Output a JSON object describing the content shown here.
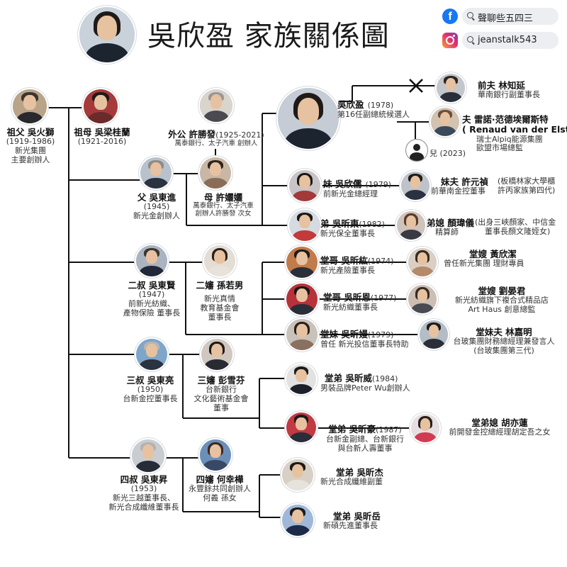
{
  "header": {
    "title": "吳欣盈 家族關係圖",
    "facebook": "聲聊些五四三",
    "instagram": "jeanstalk543"
  },
  "people": {
    "grandfather": {
      "name": "祖父 吳火獅",
      "years": "(1919-1986)",
      "desc": [
        "新光集團",
        "主要創辦人"
      ]
    },
    "grandmother": {
      "name": "祖母 吳梁桂蘭",
      "years": "(1921-2016)"
    },
    "maternal_grandfather": {
      "name": "外公 許勝發",
      "years": "(1925-2021)",
      "desc": [
        "萬泰銀行、太子汽車 創辦人"
      ]
    },
    "father": {
      "name": "父 吳東進",
      "years": "(1945)",
      "desc": [
        "新光金創辦人"
      ]
    },
    "mother": {
      "name": "母 許孋孋",
      "desc": [
        "萬泰銀行、太子汽車",
        "創辦人許勝發 次女"
      ]
    },
    "self": {
      "name": "吳欣盈",
      "years": "(1978)",
      "desc": [
        "第16任副總統候選人"
      ]
    },
    "ex_husband": {
      "name": "前夫 林知延",
      "desc": [
        "華南銀行副董事長"
      ]
    },
    "husband": {
      "name": "夫 雷諾·范德埃爾斯特",
      "name_en": "( Renaud van der Elst )",
      "desc": [
        "瑞士Alpiq能源集團",
        "歐盟市場總監"
      ]
    },
    "son": {
      "name": "兒 (2023)"
    },
    "sister": {
      "name": "妹 吳欣儒",
      "years": "(1979)",
      "desc": [
        "前新光金總經理"
      ]
    },
    "sister_husband": {
      "name": "妹夫 許元禎",
      "desc": [
        "前華南金控董事"
      ],
      "note": [
        "(板橋林家大學櫃",
        "許丙家族第四代)"
      ]
    },
    "brother": {
      "name": "弟 吳昕東",
      "years": "(1982)",
      "desc": [
        "新光保全董事長"
      ]
    },
    "brother_wife": {
      "name": "弟媳 顏瑋儀",
      "desc": [
        "精算師"
      ],
      "note": [
        "(出身三峽顏家、中信金",
        "董事長顏文隆姪女)"
      ]
    },
    "uncle2": {
      "name": "二叔 吳東賢",
      "years": "(1947)",
      "desc": [
        "前新光紡織、",
        "產物保險 董事長"
      ]
    },
    "aunt2": {
      "name": "二嬸 孫若男",
      "desc": [
        "新光真情",
        "教育基金會",
        "董事長"
      ]
    },
    "cousin_hongzhe": {
      "name": "堂哥 吳昕紘",
      "years": "(1974)",
      "desc": [
        "新光產險董事長"
      ]
    },
    "cousin_hongzhe_wife": {
      "name": "堂嫂 黃欣潔",
      "desc": [
        "曾任新光集團 理財專員"
      ]
    },
    "cousin_xinen": {
      "name": "堂哥 吳昕恩",
      "years": "(1977)",
      "desc": [
        "新光紡織董事長"
      ]
    },
    "cousin_xinen_wife": {
      "name": "堂嫂 劉晏君",
      "desc": [
        "新光紡織旗下複合式精品店",
        "Art Haus 創意總監"
      ]
    },
    "cousin_xinyuan": {
      "name": "堂妹 吳昕嫚",
      "years": "(1979)",
      "desc": [
        "曾任 新光投信董事長特助"
      ]
    },
    "cousin_xinyuan_husband": {
      "name": "堂妹夫 林嘉明",
      "desc": [
        "台玻集團財務總經理兼發言人",
        "(台玻集團第三代)"
      ]
    },
    "uncle3": {
      "name": "三叔 吳東亮",
      "years": "(1950)",
      "desc": [
        "台新金控董事長"
      ]
    },
    "aunt3": {
      "name": "三嬸 彭雪芬",
      "desc": [
        "台新銀行",
        "文化藝術基金會",
        "董事"
      ]
    },
    "cousin_xinwei": {
      "name": "堂弟 吳昕威",
      "years": "(1984)",
      "desc": [
        "男裝品牌Peter Wu創辦人"
      ]
    },
    "cousin_xinhao": {
      "name": "堂弟 吳昕豪",
      "years": "(1987)",
      "desc": [
        "台新金副總、台新銀行",
        "與台新人壽董事"
      ]
    },
    "cousin_xinhao_wife": {
      "name": "堂弟媳 胡亦蓮",
      "desc": [
        "前開發金控總經理胡定吾之女"
      ]
    },
    "uncle4": {
      "name": "四叔 吳東昇",
      "years": "(1953)",
      "desc": [
        "新光三越董事長、",
        "新光合成纖維董事長"
      ]
    },
    "aunt4": {
      "name": "四嬸 何幸樺",
      "desc": [
        "永豐餘共同創辦人",
        "何義 孫女"
      ]
    },
    "cousin_xinjie": {
      "name": "堂弟 吳昕杰",
      "desc": [
        "新光合成纖維副董"
      ]
    },
    "cousin_xinyue": {
      "name": "堂弟 吳昕岳",
      "desc": [
        "新碩先進董事長"
      ]
    }
  },
  "colors": {
    "line": "#111111",
    "divorce_mark": "#111111",
    "facebook": "#1877f2"
  }
}
